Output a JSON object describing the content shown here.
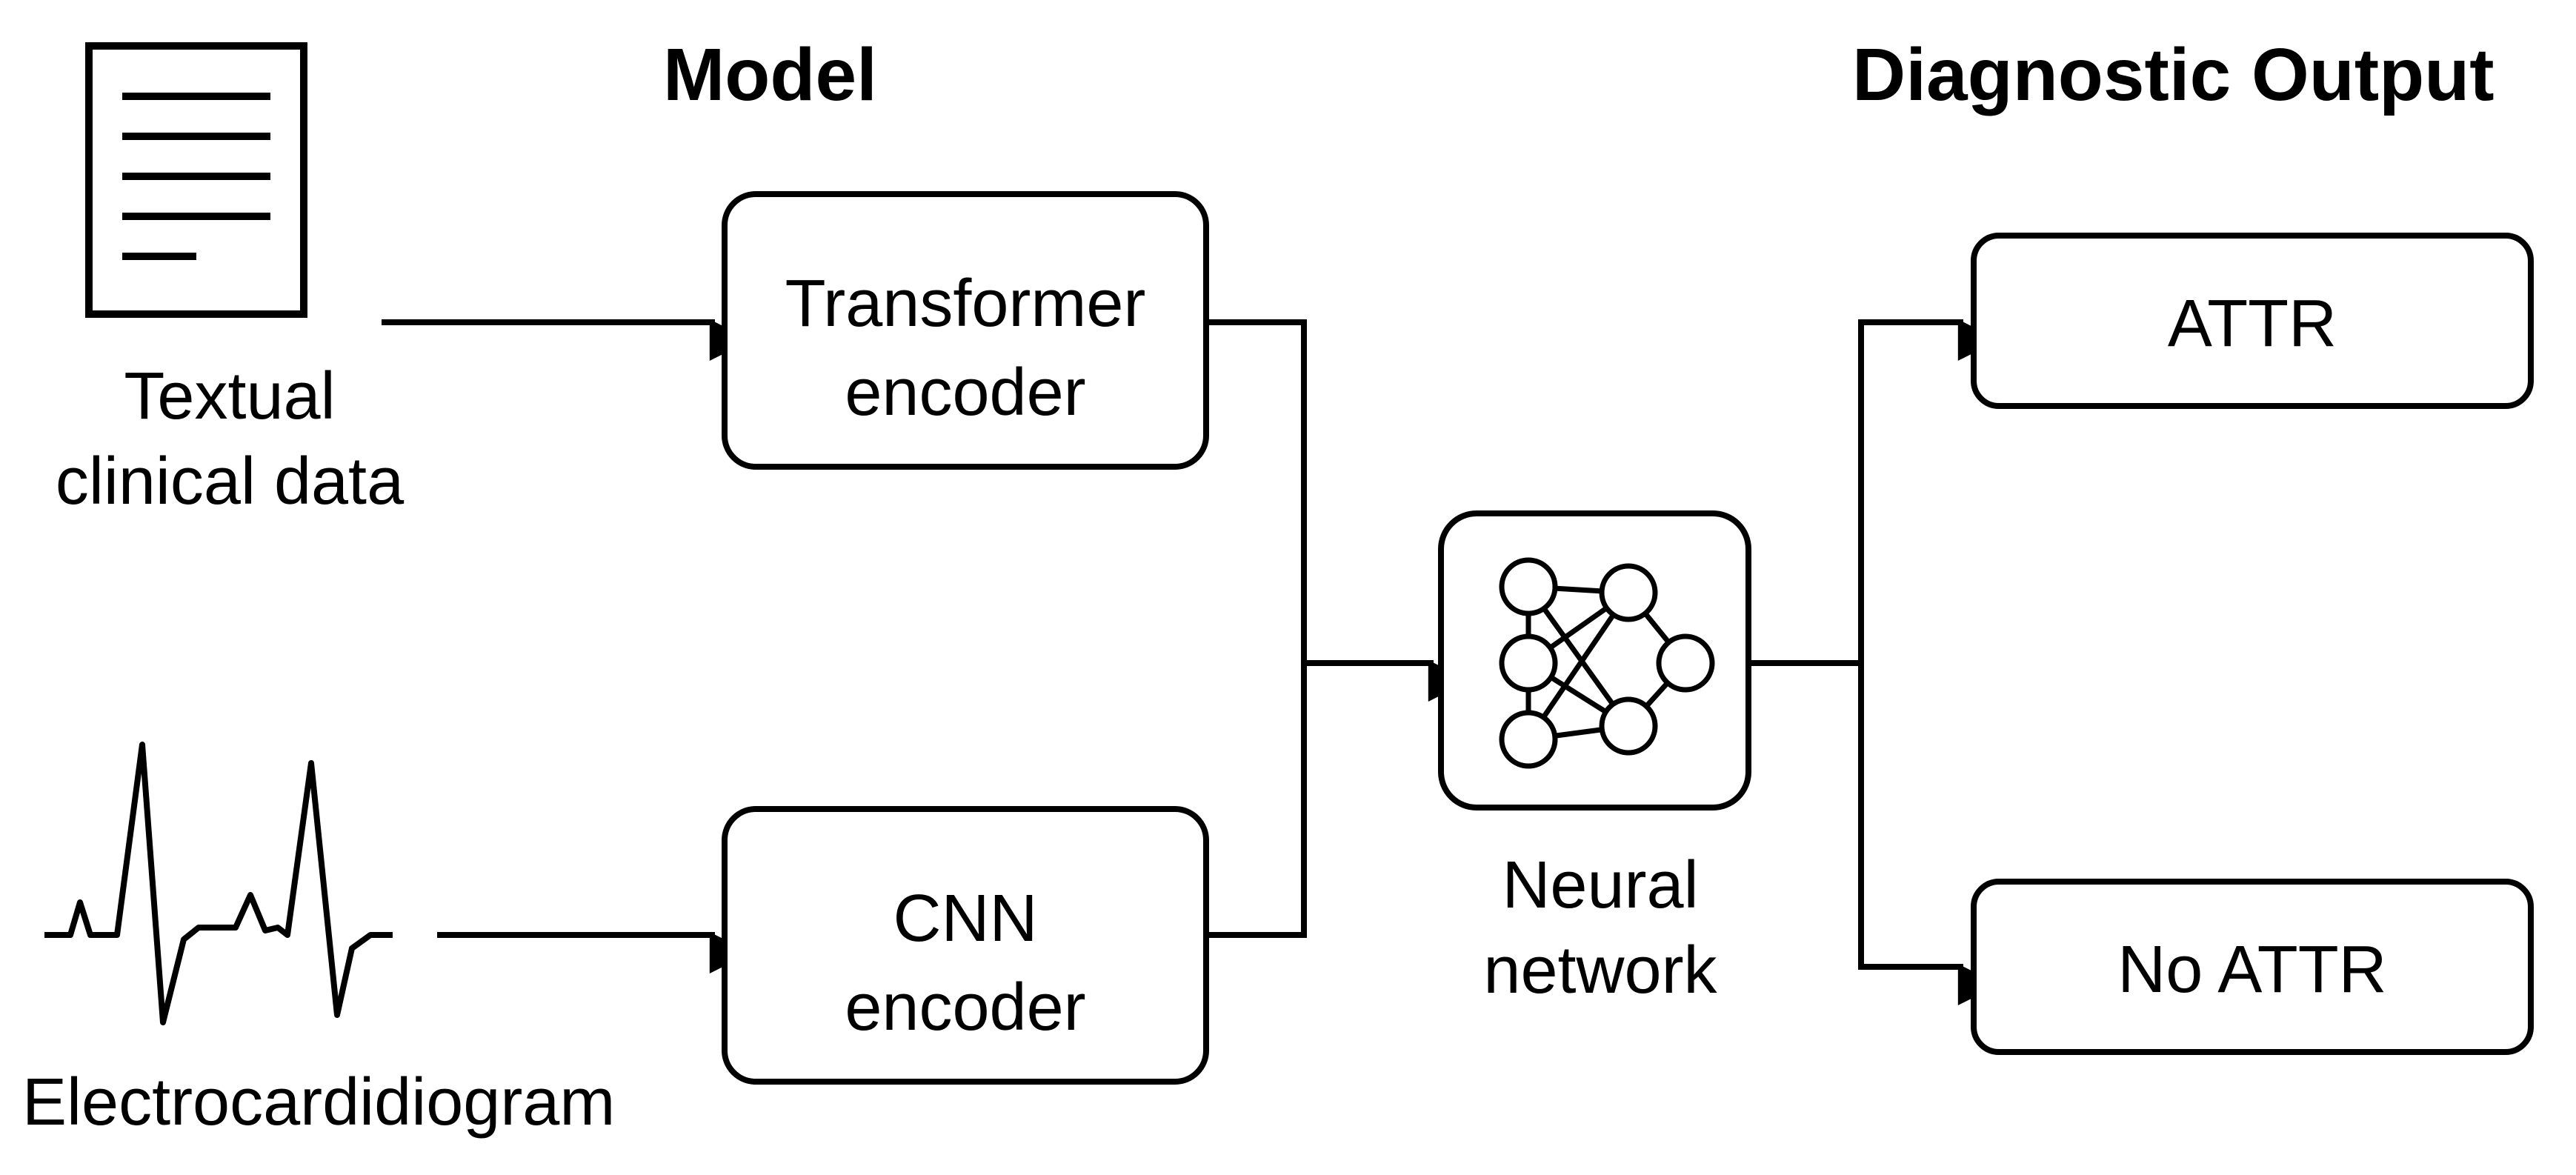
{
  "headings": {
    "model": "Model",
    "diagnostic_output": "Diagnostic Output"
  },
  "inputs": {
    "text": {
      "line1": "Textual",
      "line2": "clinical data",
      "icon": "document-icon"
    },
    "ecg": {
      "label": "Electrocardidiogram",
      "icon": "ecg-waveform-icon"
    }
  },
  "encoders": {
    "transformer": {
      "line1": "Transformer",
      "line2": "encoder"
    },
    "cnn": {
      "line1": "CNN",
      "line2": "encoder"
    }
  },
  "fusion": {
    "line1": "Neural",
    "line2": "network",
    "icon": "neural-network-icon"
  },
  "outputs": {
    "positive": "ATTR",
    "negative": "No ATTR"
  }
}
